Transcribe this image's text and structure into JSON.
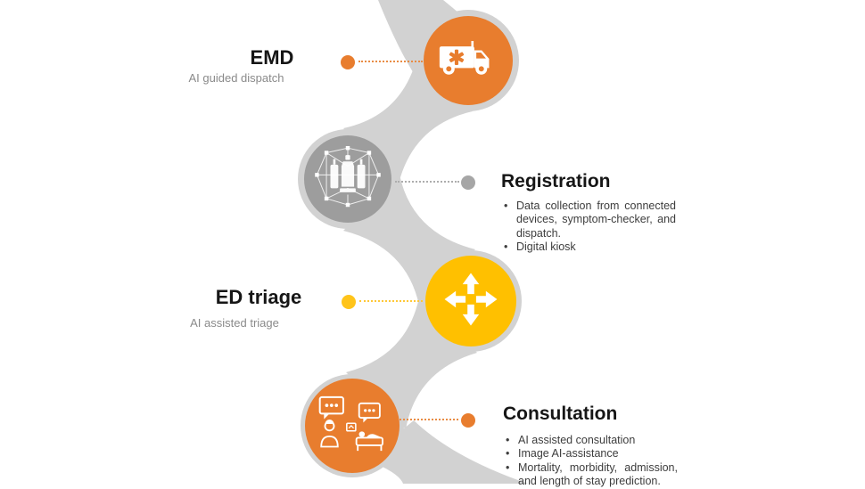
{
  "ui": {
    "bullet_char": "•"
  },
  "palette": {
    "orange": "#E87D2E",
    "yellow": "#FFC000",
    "gray_node": "#9D9D9D",
    "ribbon_gray": "#D2D2D2",
    "connector_gray": "#A6A6A6",
    "heading_text": "#161616",
    "subtitle_text": "#8A8A8A",
    "bullet_text": "#3D3D3D"
  },
  "steps": [
    {
      "title": "EMD",
      "subtitle": "AI guided dispatch",
      "icon": "ambulance-icon",
      "bullets": []
    },
    {
      "title": "Registration",
      "subtitle": "",
      "icon": "connected-devices-icon",
      "bullets": [
        "Data collection from connected devices, symptom-checker, and dispatch.",
        "Digital kiosk"
      ]
    },
    {
      "title": "ED triage",
      "subtitle": "AI assisted triage",
      "icon": "triage-arrows-icon",
      "bullets": []
    },
    {
      "title": "Consultation",
      "subtitle": "",
      "icon": "consultation-icon",
      "bullets": [
        "AI assisted consultation",
        "Image AI-assistance",
        "Mortality, morbidity, admission, and length of stay prediction."
      ]
    }
  ]
}
